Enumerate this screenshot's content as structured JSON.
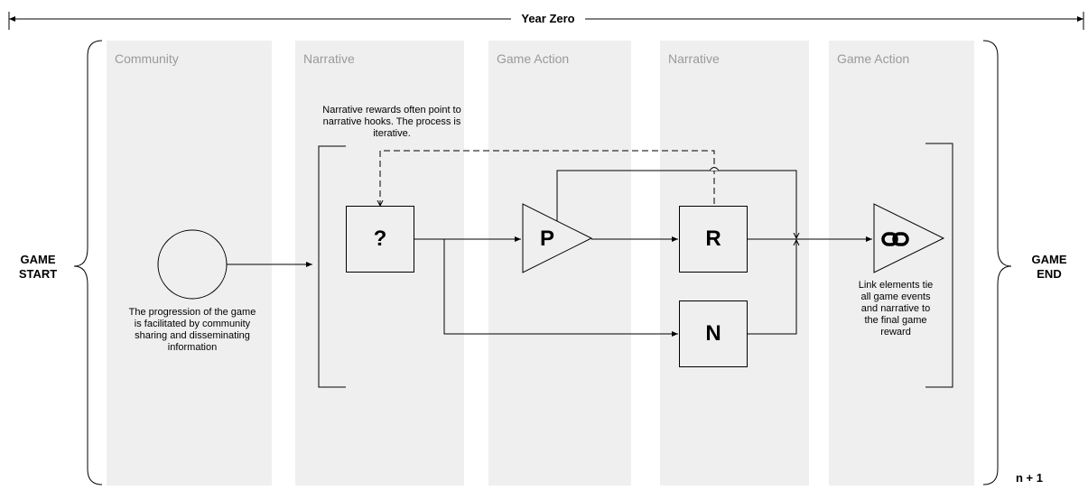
{
  "timeline": {
    "label": "Year Zero"
  },
  "lanes": [
    {
      "title": "Community"
    },
    {
      "title": "Narrative"
    },
    {
      "title": "Game Action"
    },
    {
      "title": "Narrative"
    },
    {
      "title": "Game Action"
    }
  ],
  "start": {
    "line1": "GAME",
    "line2": "START"
  },
  "end": {
    "line1": "GAME",
    "line2": "END"
  },
  "iteration_label": "n + 1",
  "notes": {
    "community": "The progression of the game is facilitated by community sharing and disseminating information",
    "narrative_rewards": "Narrative rewards often point to narrative hooks. The process is iterative.",
    "link": "Link elements tie all game events and narrative to the final game reward"
  },
  "nodes": {
    "hook": "?",
    "p": "P",
    "r": "R",
    "n": "N"
  },
  "icons": {
    "community": "circle",
    "link": "chain-link-icon"
  }
}
